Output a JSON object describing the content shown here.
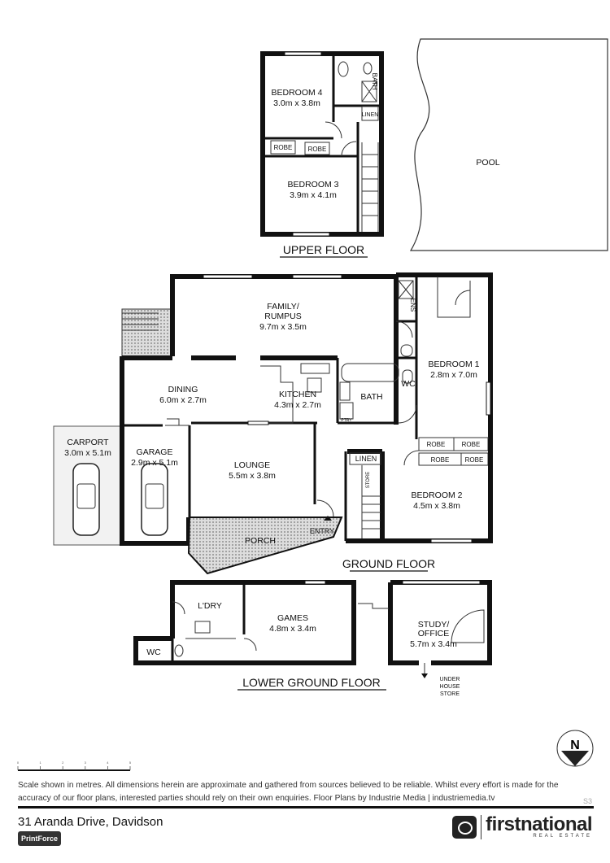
{
  "upper_floor": {
    "title": "UPPER FLOOR",
    "rooms": [
      {
        "name": "BEDROOM 4",
        "size": "3.0m x 3.8m"
      },
      {
        "name": "BEDROOM 3",
        "size": "3.9m x 4.1m"
      }
    ],
    "labels": {
      "bath": "BATH",
      "linen": "LINEN",
      "robe1": "ROBE",
      "robe2": "ROBE"
    }
  },
  "pool": {
    "label": "POOL"
  },
  "ground_floor": {
    "title": "GROUND FLOOR",
    "rooms": [
      {
        "name": "FAMILY/",
        "name2": "RUMPUS",
        "size": "9.7m x 3.5m"
      },
      {
        "name": "DINING",
        "size": "6.0m x 2.7m"
      },
      {
        "name": "KITCHEN",
        "size": "4.3m x 2.7m"
      },
      {
        "name": "BEDROOM 1",
        "size": "2.8m x 7.0m"
      },
      {
        "name": "CARPORT",
        "size": "3.0m x 5.1m"
      },
      {
        "name": "GARAGE",
        "size": "2.9m x 5.1m"
      },
      {
        "name": "LOUNGE",
        "size": "5.5m x 3.8m"
      },
      {
        "name": "BEDROOM 2",
        "size": "4.5m x 3.8m"
      }
    ],
    "labels": {
      "ens": "ENS",
      "wc": "WC",
      "bath": "BATH",
      "ptry": "PTRY",
      "linen": "LINEN",
      "store": "STORE",
      "porch": "PORCH",
      "entry": "ENTRY",
      "robe": "ROBE"
    }
  },
  "lower_ground_floor": {
    "title": "LOWER GROUND FLOOR",
    "rooms": [
      {
        "name": "GAMES",
        "size": "4.8m x 3.4m"
      },
      {
        "name": "STUDY/",
        "name2": "OFFICE",
        "size": "5.7m x 3.4m"
      }
    ],
    "labels": {
      "laundry": "L'DRY",
      "wc": "WC",
      "under1": "UNDER",
      "under2": "HOUSE",
      "under3": "STORE"
    }
  },
  "north_arrow": {
    "label": "N"
  },
  "scale_bar": {
    "ticks": [
      "0",
      "1",
      "2",
      "3",
      "4",
      "5"
    ],
    "unit": "metres"
  },
  "footer": {
    "disclaimer": "Scale shown in metres. All dimensions herein are approximate and gathered from sources believed to be reliable. Whilst every effort is made for the accuracy of our floor plans, interested parties should rely on their own enquiries. Floor Plans by Industrie Media | industriemedia.tv",
    "sheet": "S3",
    "address": "31 Aranda Drive, Davidson",
    "printforce": "PrintForce",
    "brand": "firstnational",
    "brand_sub": "REAL ESTATE"
  },
  "colors": {
    "walls": "#111111",
    "hatch": "#999999",
    "carport": "#f2f2f2"
  }
}
